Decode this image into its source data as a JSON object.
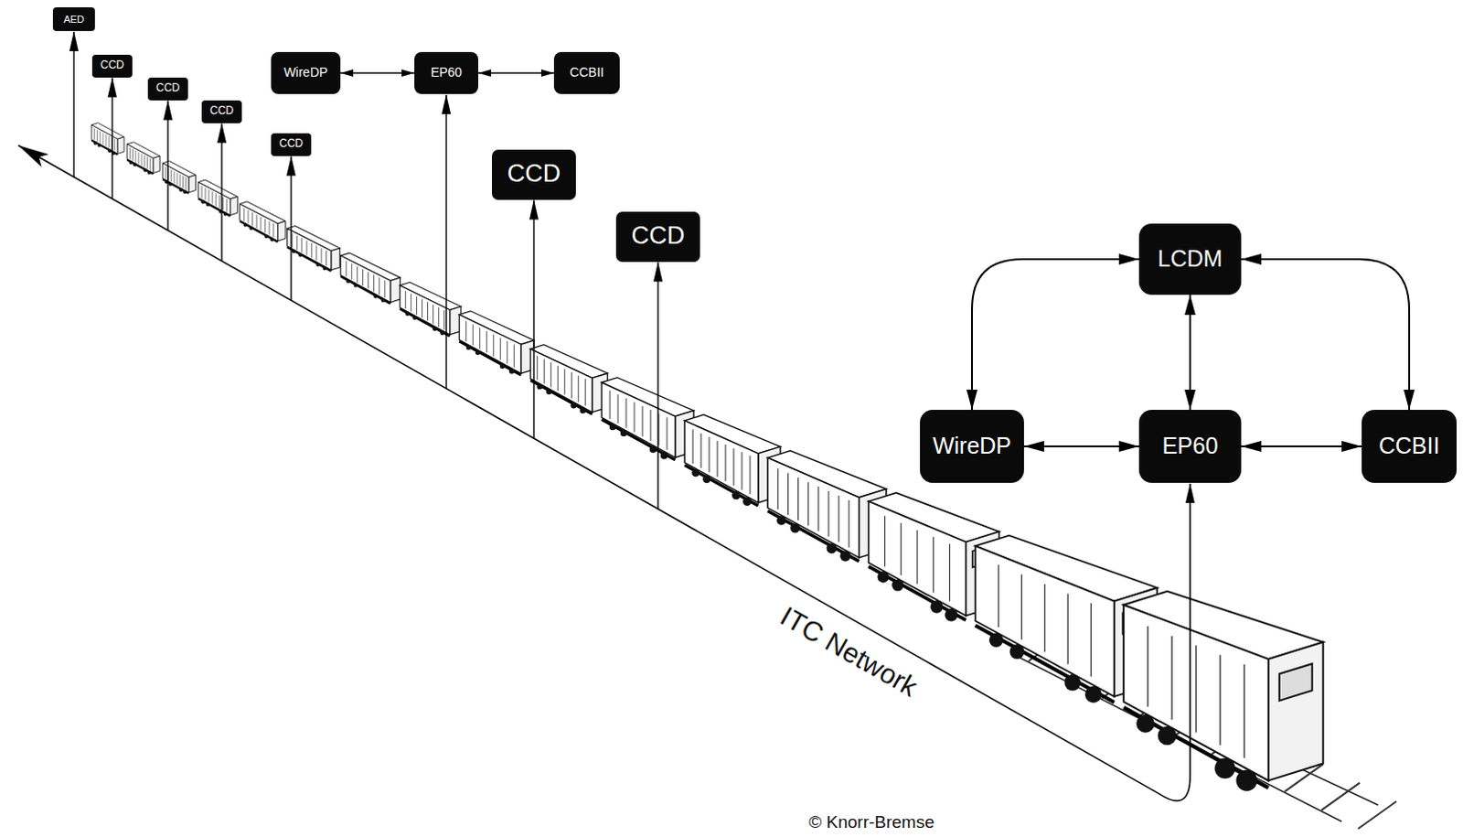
{
  "diagram": {
    "nodes": [
      {
        "text": [
          "AED"
        ]
      },
      {
        "text": [
          "CCD"
        ]
      },
      {
        "text": [
          "CCD"
        ]
      },
      {
        "text": [
          "CCD"
        ]
      },
      {
        "text": [
          "CCD"
        ]
      },
      {
        "text": [
          "WireDP"
        ]
      },
      {
        "text": [
          "EP60"
        ]
      },
      {
        "text": [
          "CCBII"
        ]
      },
      {
        "text": [
          "CCD"
        ]
      },
      {
        "text": [
          "CCD"
        ]
      },
      {
        "text": [
          "LCDM"
        ]
      },
      {
        "text": [
          "WireDP"
        ]
      },
      {
        "text": [
          "EP60"
        ]
      },
      {
        "text": [
          "CCBII"
        ]
      }
    ],
    "edges": [
      {
        "from": 5,
        "to": 6,
        "arrow": "both"
      },
      {
        "from": 6,
        "to": 7,
        "arrow": "both"
      },
      {
        "from": 10,
        "to": 11,
        "arrow": "both"
      },
      {
        "from": 10,
        "to": 13,
        "arrow": "both"
      },
      {
        "from": 10,
        "to": 12,
        "arrow": "both"
      },
      {
        "from": 11,
        "to": 12,
        "arrow": "both"
      },
      {
        "from": 12,
        "to": 13,
        "arrow": "both"
      }
    ],
    "labels": [
      "ITC Network",
      "© Knorr-Bremse"
    ]
  }
}
